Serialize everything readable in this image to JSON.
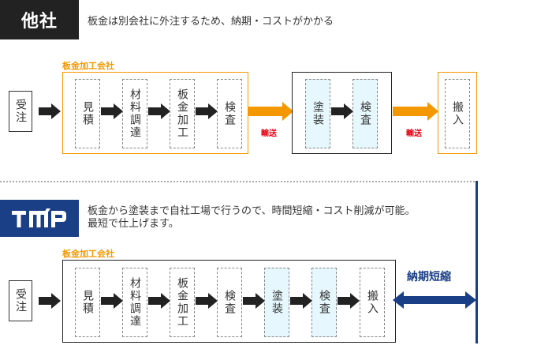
{
  "competitor": {
    "badge": "他社",
    "description": "板金は別会社に外注するため、納期・コストがかかる",
    "order_label": "受注",
    "sheetmetal_company_label": "板金加工会社",
    "sheetmetal_steps": [
      "見積",
      "材料調達",
      "板金加工",
      "検査"
    ],
    "transport_label": "輸送",
    "paint_steps": [
      "塗装",
      "検査"
    ],
    "delivery_label": "搬入"
  },
  "tmp": {
    "badge": "TMP",
    "description_line1": "板金から塗装まで自社工場で行うので、時間短縮・コスト削減が可能。",
    "description_line2": "最短で仕上げます。",
    "order_label": "受注",
    "sheetmetal_company_label": "板金加工会社",
    "steps": [
      "見積",
      "材料調達",
      "板金加工",
      "検査",
      "塗装",
      "検査",
      "搬入"
    ],
    "shorten_label": "納期短縮"
  },
  "colors": {
    "orange": "#f39800",
    "navy": "#1a3f86",
    "red": "#e60012",
    "light_blue": "#e6f8fd",
    "dark": "#222222"
  }
}
